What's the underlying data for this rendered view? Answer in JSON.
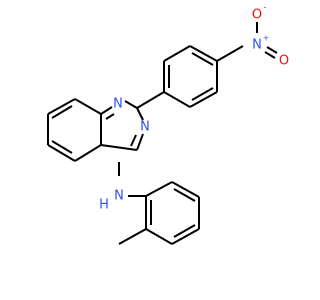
{
  "molecule": {
    "atoms": {
      "n1": "N",
      "n3": "N",
      "n_amine": "N",
      "h_amine": "H",
      "n_nitro": "N",
      "n_nitro_charge": "+",
      "o_top": "O",
      "o_top_charge": "-",
      "o_right": "O"
    },
    "colors": {
      "nitrogen": "#3050F8",
      "oxygen": "#FF0D0D",
      "carbon_bond": "#000000"
    }
  }
}
